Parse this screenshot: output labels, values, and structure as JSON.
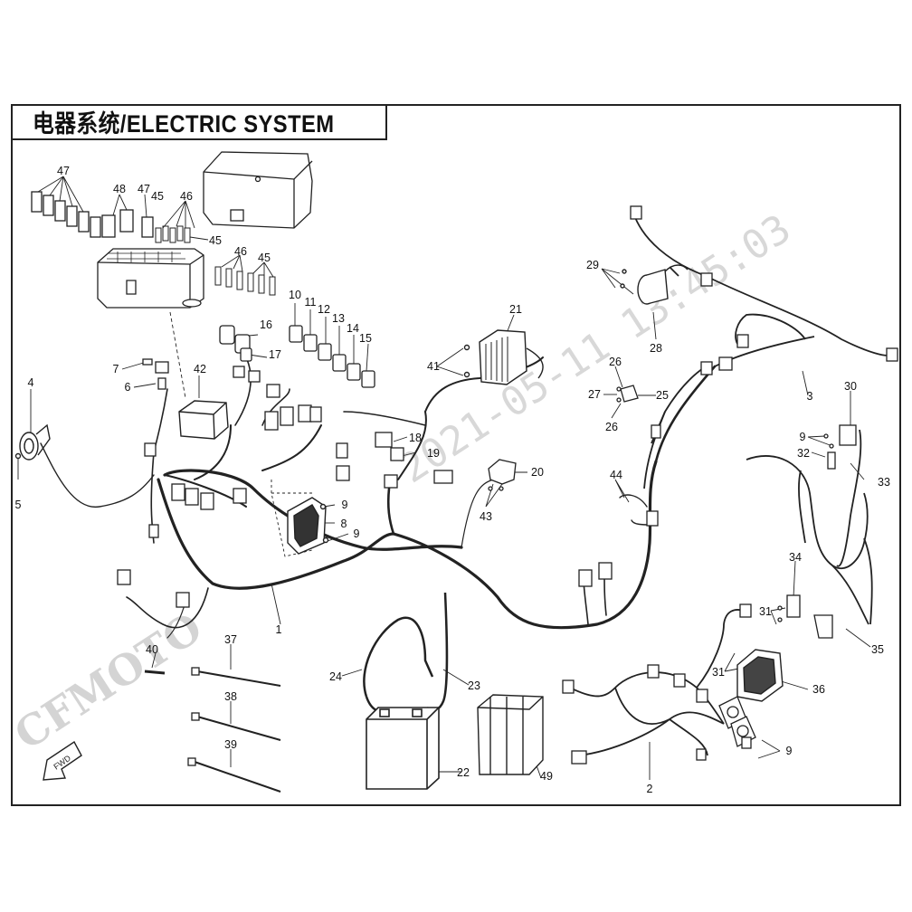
{
  "title": "电器系统/ELECTRIC SYSTEM",
  "watermark_timestamp": "2021-05-11  13:45:03",
  "watermark_brand": "CFMOTO",
  "fwd_label": "FWD",
  "callouts": {
    "c1": "1",
    "c2": "2",
    "c3": "3",
    "c4": "4",
    "c5": "5",
    "c6": "6",
    "c7": "7",
    "c8": "8",
    "c9a": "9",
    "c9b": "9",
    "c9c": "9",
    "c9d": "9",
    "c10": "10",
    "c11": "11",
    "c12": "12",
    "c13": "13",
    "c14": "14",
    "c15": "15",
    "c16": "16",
    "c17": "17",
    "c18": "18",
    "c19": "19",
    "c20": "20",
    "c21": "21",
    "c22": "22",
    "c23": "23",
    "c24": "24",
    "c25": "25",
    "c26a": "26",
    "c26b": "26",
    "c27": "27",
    "c28": "28",
    "c29": "29",
    "c30": "30",
    "c31a": "31",
    "c31b": "31",
    "c32": "32",
    "c33": "33",
    "c34": "34",
    "c35": "35",
    "c36": "36",
    "c37": "37",
    "c38": "38",
    "c39": "39",
    "c40": "40",
    "c41": "41",
    "c42": "42",
    "c43": "43",
    "c44": "44",
    "c45a": "45",
    "c45b": "45",
    "c45c": "45",
    "c46a": "46",
    "c46b": "46",
    "c47a": "47",
    "c47b": "47",
    "c48": "48",
    "c49": "49"
  }
}
